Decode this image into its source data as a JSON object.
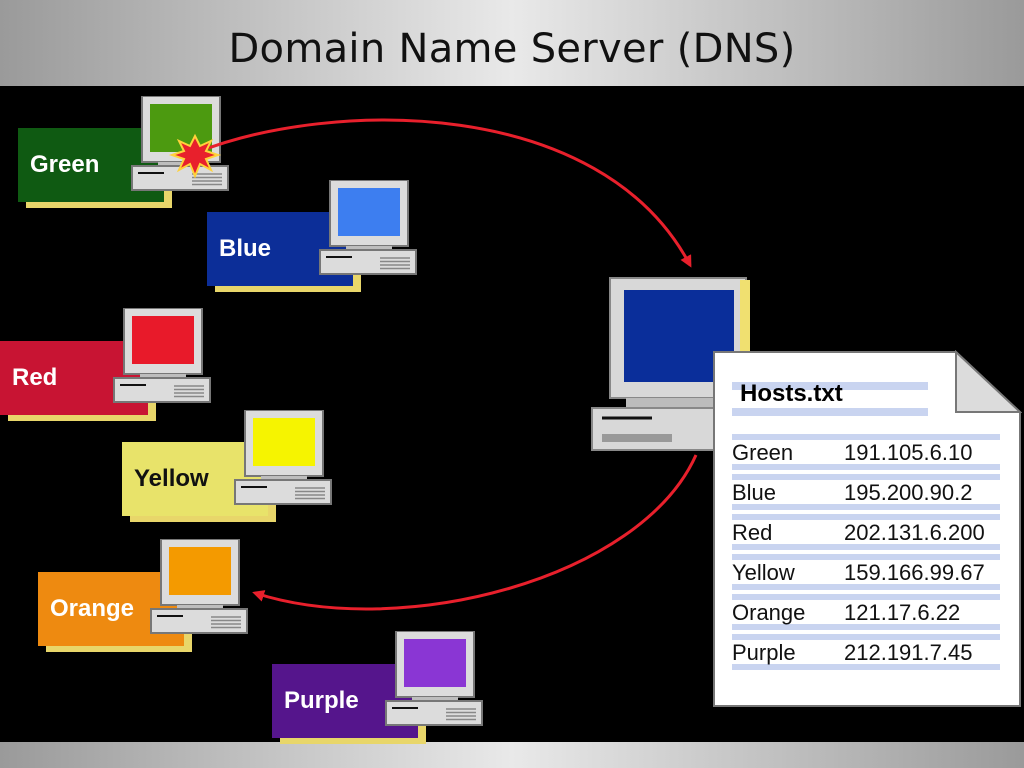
{
  "title": "Domain Name Server (DNS)",
  "hosts": [
    {
      "name": "Green",
      "ip": "191.105.6.10",
      "label_color": "#0f5a12",
      "screen_color": "#4c9a10"
    },
    {
      "name": "Blue",
      "ip": "195.200.90.2",
      "label_color": "#0c2e98",
      "screen_color": "#3d7ef0"
    },
    {
      "name": "Red",
      "ip": "202.131.6.200",
      "label_color": "#c81433",
      "screen_color": "#e81a2a"
    },
    {
      "name": "Yellow",
      "ip": "159.166.99.67",
      "label_color": "#e8e36a",
      "screen_color": "#f6f400"
    },
    {
      "name": "Orange",
      "ip": "121.17.6.22",
      "label_color": "#ee8a10",
      "screen_color": "#f49a00"
    },
    {
      "name": "Purple",
      "ip": "212.191.7.45",
      "label_color": "#55158c",
      "screen_color": "#8a36d4"
    }
  ],
  "hosts_file": {
    "title": "Hosts.txt",
    "rows": [
      {
        "name": "Green",
        "ip": "191.105.6.10"
      },
      {
        "name": "Blue",
        "ip": "195.200.90.2"
      },
      {
        "name": "Red",
        "ip": "202.131.6.200"
      },
      {
        "name": "Yellow",
        "ip": "159.166.99.67"
      },
      {
        "name": "Orange",
        "ip": "121.17.6.22"
      },
      {
        "name": "Purple",
        "ip": "212.191.7.45"
      }
    ]
  },
  "colors": {
    "arrow": "#e8202c",
    "server_screen": "#0a2e9a",
    "row_stripe": "#c9d4f0",
    "label_shadow": "#e8d66a"
  }
}
